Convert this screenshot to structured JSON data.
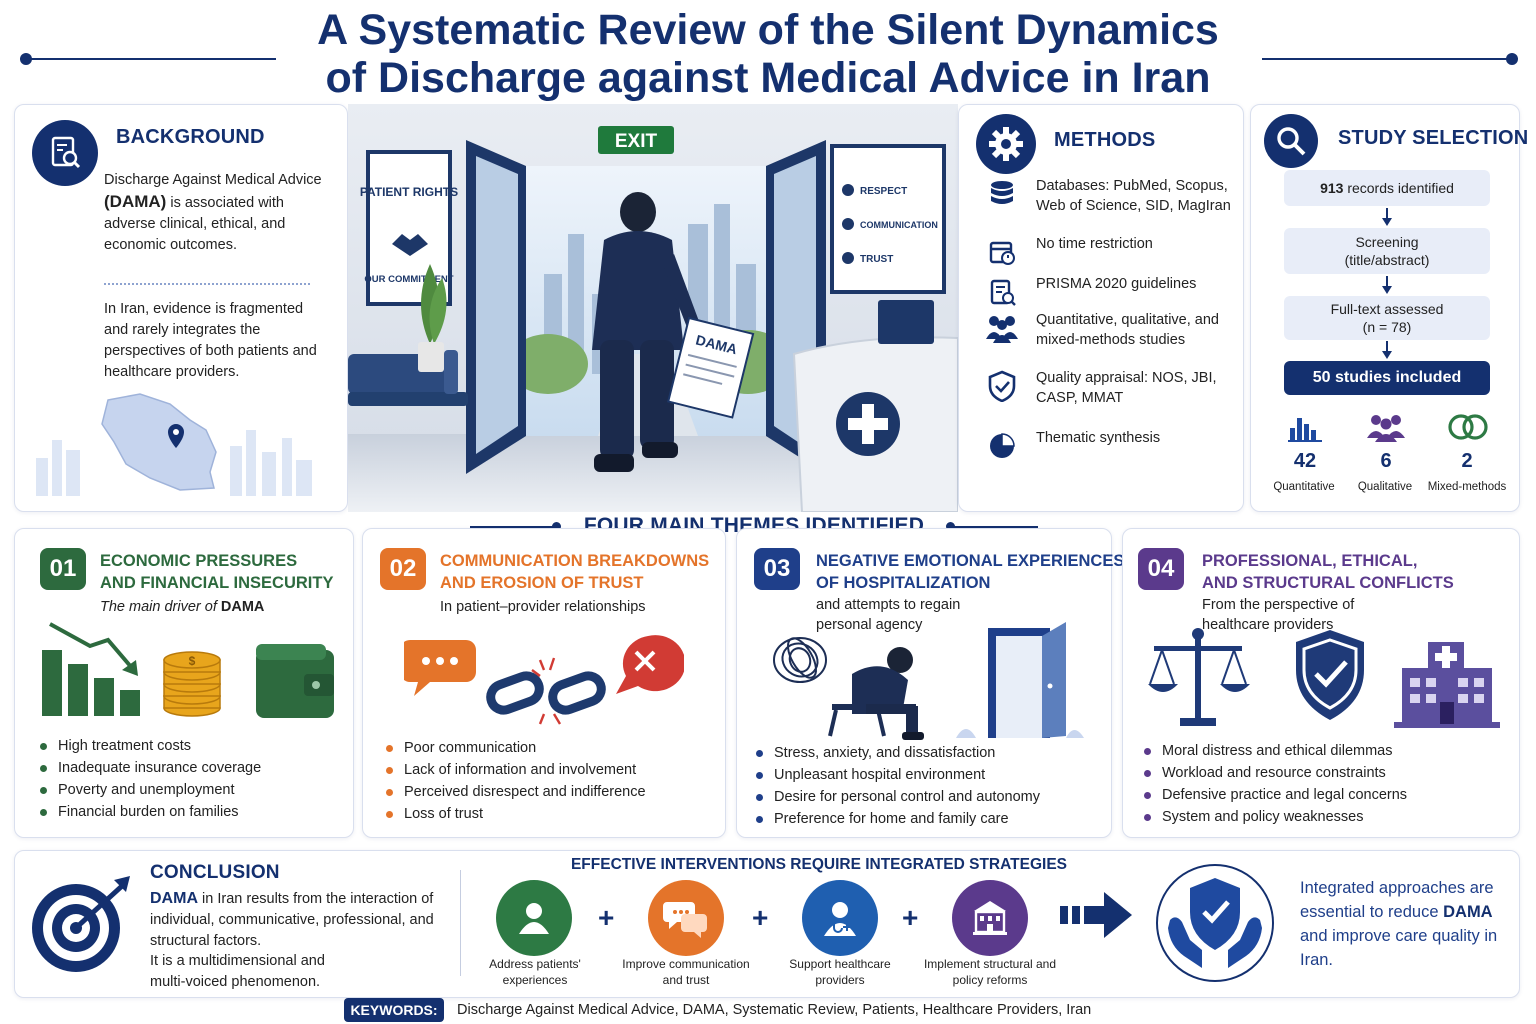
{
  "title": {
    "line1": "A Systematic Review of the Silent Dynamics",
    "line2": "of Discharge against Medical Advice in Iran"
  },
  "background": {
    "heading": "BACKGROUND",
    "icon": "document-search-icon",
    "para1_pre": "Discharge Against Medical Advice",
    "para1_bold": "(DAMA)",
    "para1_post": "is associated with adverse clinical, ethical, and economic outcomes.",
    "para2": "In Iran, evidence is fragmented and rarely integrates the perspectives of both patients and healthcare providers."
  },
  "illustration": {
    "exit_sign": "EXIT",
    "poster_left_title": "PATIENT RIGHTS",
    "poster_left_sub": "OUR COMMITMENT",
    "poster_right_items": [
      "RESPECT",
      "COMMUNICATION",
      "TRUST"
    ],
    "paper_label": "DAMA"
  },
  "methods": {
    "heading": "METHODS",
    "icon": "gear-icon",
    "items": [
      {
        "icon": "database-icon",
        "text": "Databases: PubMed, Scopus, Web of Science, SID, MagIran"
      },
      {
        "icon": "calendar-icon",
        "text": "No time restriction"
      },
      {
        "icon": "checklist-icon",
        "text": "PRISMA 2020 guidelines"
      },
      {
        "icon": "people-icon",
        "text": "Quantitative, qualitative, and mixed-methods studies"
      },
      {
        "icon": "shield-check-icon",
        "text": "Quality appraisal: NOS, JBI, CASP, MMAT"
      },
      {
        "icon": "pie-chart-icon",
        "text": "Thematic synthesis"
      }
    ]
  },
  "study_selection": {
    "heading": "STUDY SELECTION",
    "icon": "magnifier-icon",
    "step1_num": "913",
    "step1_text": "records identified",
    "step2_line1": "Screening",
    "step2_line2": "(title/abstract)",
    "step3_line1": "Full-text assessed",
    "step3_line2": "(n = 78)",
    "step4": "50 studies included",
    "stats": [
      {
        "icon": "bar-chart-icon",
        "value": "42",
        "label": "Quantitative"
      },
      {
        "icon": "people-icon",
        "value": "6",
        "label": "Qualitative"
      },
      {
        "icon": "rings-icon",
        "value": "2",
        "label": "Mixed-methods"
      }
    ]
  },
  "themes_heading": "FOUR MAIN THEMES IDENTIFIED",
  "themes": [
    {
      "num": "01",
      "color": "#2d6a3e",
      "title1": "ECONOMIC PRESSURES",
      "title2": "AND FINANCIAL INSECURITY",
      "sub_pre": "The main driver of",
      "sub_bold": "DAMA",
      "bullets": [
        "High treatment costs",
        "Inadequate insurance coverage",
        "Poverty and unemployment",
        "Financial burden on families"
      ]
    },
    {
      "num": "02",
      "color": "#e4742a",
      "title1": "COMMUNICATION BREAKDOWNS",
      "title2": "AND EROSION OF TRUST",
      "sub": "In patient–provider relationships",
      "bullets": [
        "Poor communication",
        "Lack of information and involvement",
        "Perceived disrespect and indifference",
        "Loss of trust"
      ]
    },
    {
      "num": "03",
      "color": "#1f3f8a",
      "title1": "NEGATIVE EMOTIONAL EXPERIENCES",
      "title2": "OF HOSPITALIZATION",
      "sub1": "and attempts to regain",
      "sub2": "personal agency",
      "bullets": [
        "Stress, anxiety, and dissatisfaction",
        "Unpleasant hospital environment",
        "Desire for personal control and autonomy",
        "Preference for home and family care"
      ]
    },
    {
      "num": "04",
      "color": "#5b3a8c",
      "title1": "PROFESSIONAL, ETHICAL,",
      "title2": "AND STRUCTURAL CONFLICTS",
      "sub1": "From the perspective of",
      "sub2": "healthcare providers",
      "bullets": [
        "Moral distress and ethical dilemmas",
        "Workload and resource constraints",
        "Defensive practice and legal concerns",
        "System and policy weaknesses"
      ]
    }
  ],
  "conclusion": {
    "heading": "CONCLUSION",
    "icon": "target-icon",
    "bold": "DAMA",
    "text1": "in Iran results from the interaction of individual, communicative, professional, and structural factors.",
    "text2": "It is a multidimensional and multi-voiced phenomenon."
  },
  "interventions": {
    "heading": "EFFECTIVE INTERVENTIONS REQUIRE INTEGRATED STRATEGIES",
    "items": [
      {
        "icon": "person-icon",
        "color": "#2d7a44",
        "label": "Address patients' experiences"
      },
      {
        "icon": "chat-icon",
        "color": "#e4742a",
        "label": "Improve communication and trust"
      },
      {
        "icon": "doctor-icon",
        "color": "#1f5fb0",
        "label": "Support healthcare providers"
      },
      {
        "icon": "building-icon",
        "color": "#5b3a8c",
        "label": "Implement structural and policy reforms"
      }
    ],
    "final_pre": "Integrated approaches are essential to reduce",
    "final_bold": "DAMA",
    "final_post": "and improve care quality in Iran."
  },
  "keywords": {
    "label": "KEYWORDS:",
    "text": "Discharge Against Medical Advice, DAMA, Systematic Review, Patients, Healthcare Providers, Iran"
  }
}
